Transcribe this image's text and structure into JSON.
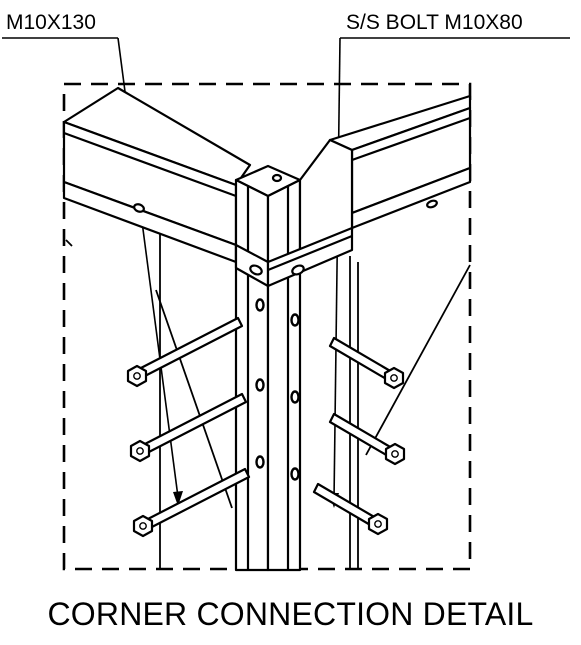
{
  "callouts": {
    "left": "M10X130",
    "right": "S/S BOLT M10X80"
  },
  "title": "CORNER CONNECTION DETAIL",
  "colors": {
    "line": "#000000",
    "background": "#ffffff"
  }
}
